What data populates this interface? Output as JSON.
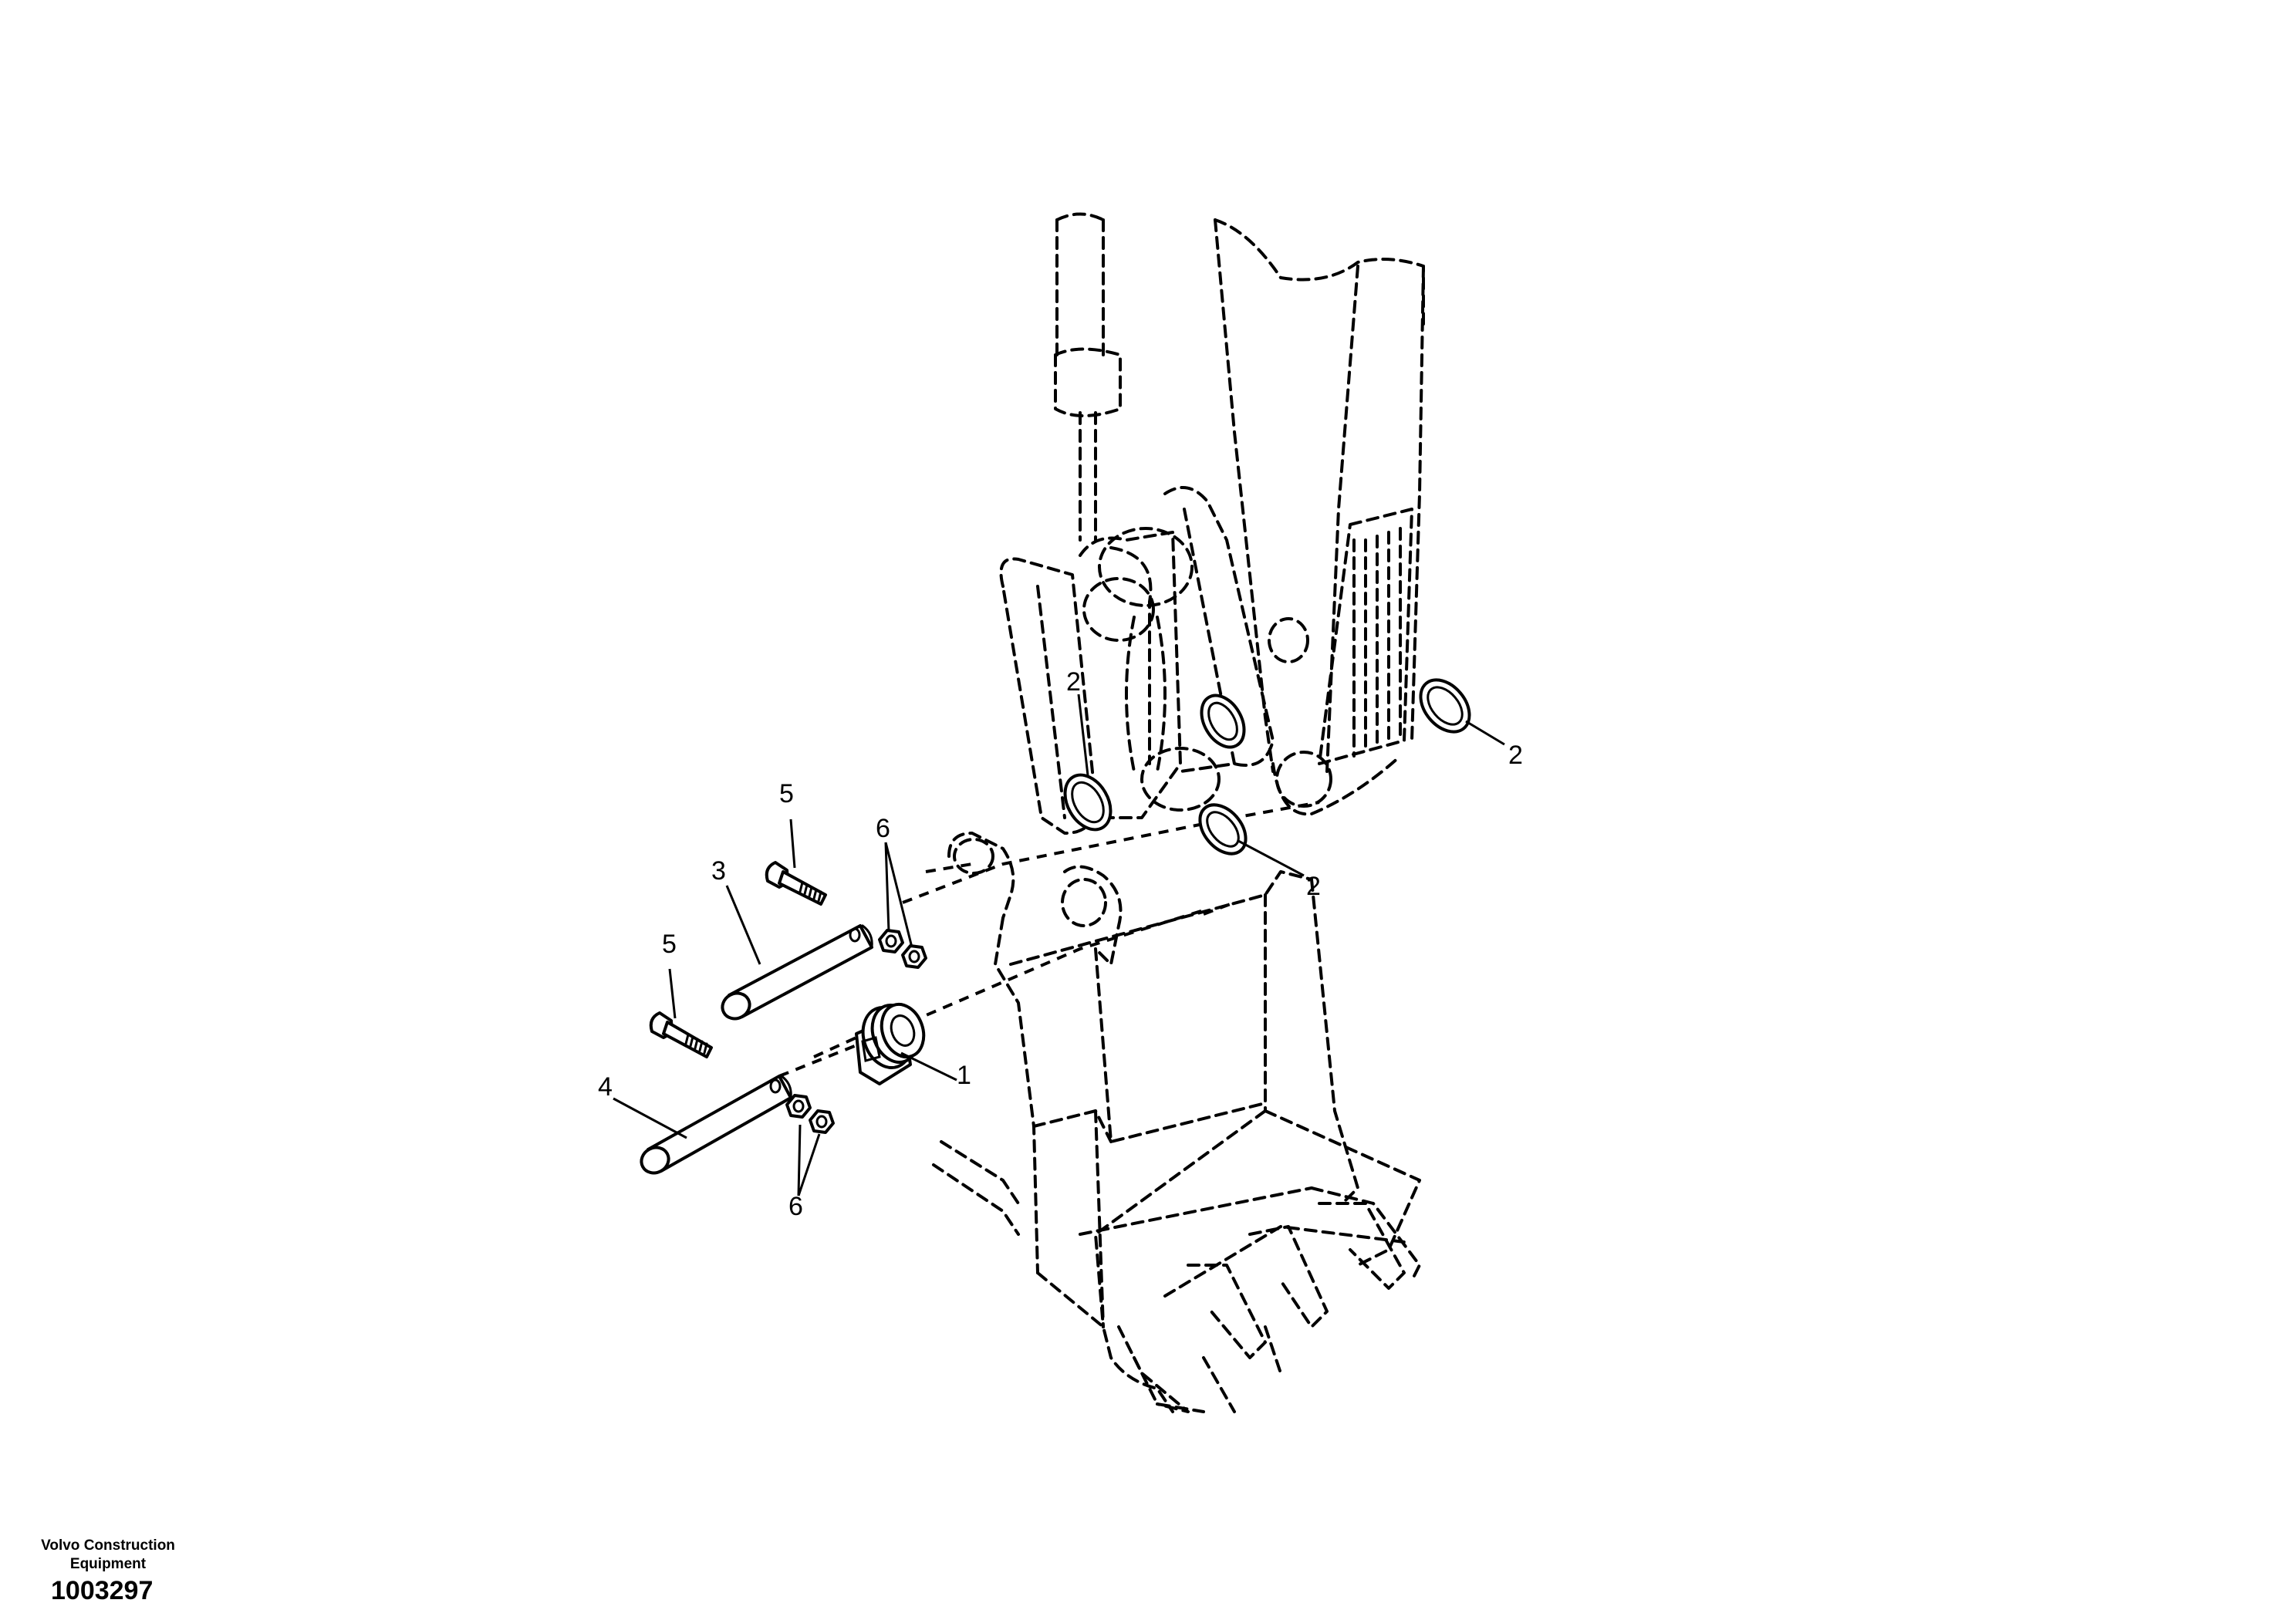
{
  "diagram": {
    "callouts": [
      {
        "id": "c1",
        "label": "1"
      },
      {
        "id": "c2a",
        "label": "2"
      },
      {
        "id": "c2b",
        "label": "2"
      },
      {
        "id": "c2c",
        "label": "2"
      },
      {
        "id": "c3",
        "label": "3"
      },
      {
        "id": "c4",
        "label": "4"
      },
      {
        "id": "c5a",
        "label": "5"
      },
      {
        "id": "c5b",
        "label": "5"
      },
      {
        "id": "c6a",
        "label": "6"
      },
      {
        "id": "c6b",
        "label": "6"
      }
    ]
  },
  "footer": {
    "brand_line1": "Volvo Construction",
    "brand_line2": "Equipment",
    "drawing_number": "1003297"
  }
}
